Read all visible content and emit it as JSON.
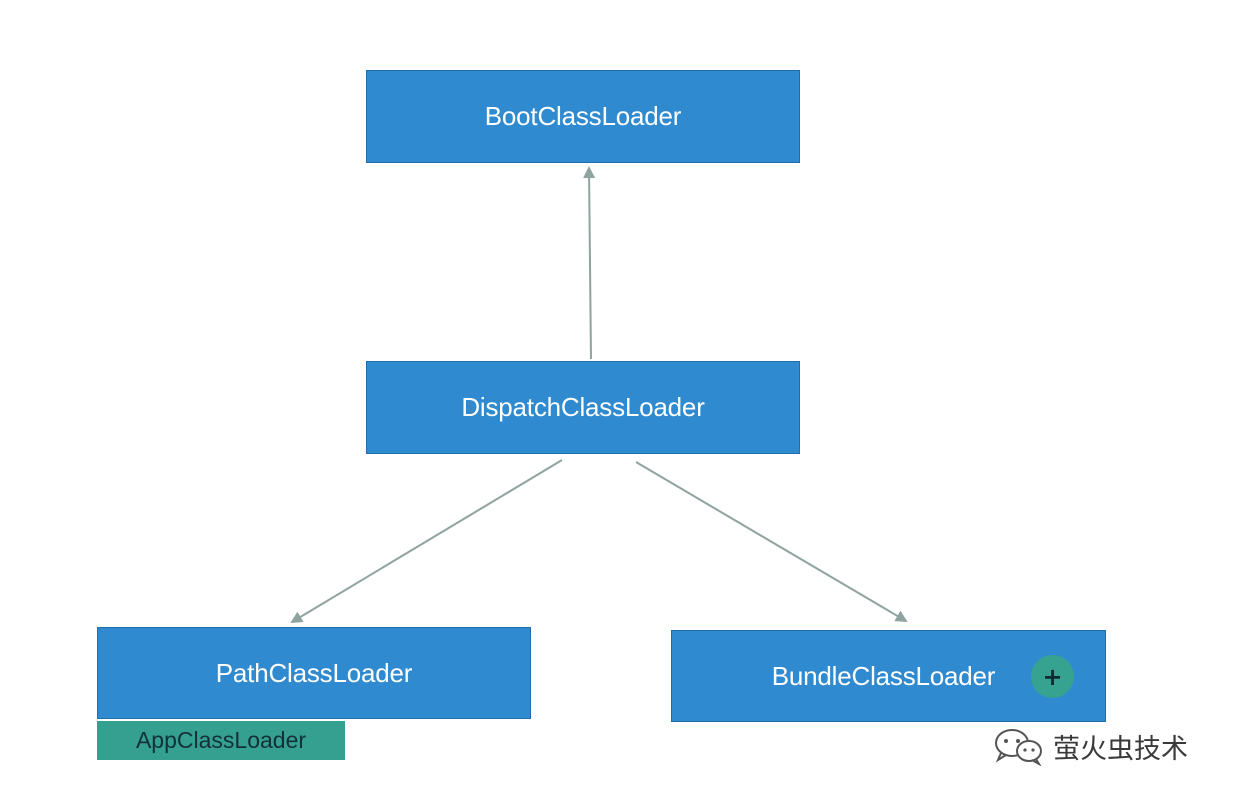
{
  "diagram": {
    "nodes": {
      "boot": "BootClassLoader",
      "dispatch": "DispatchClassLoader",
      "path": "PathClassLoader",
      "bundle": "BundleClassLoader"
    },
    "path_tag": "AppClassLoader",
    "bundle_button": "+",
    "edges": [
      {
        "from": "DispatchClassLoader",
        "to": "BootClassLoader"
      },
      {
        "from": "DispatchClassLoader",
        "to": "PathClassLoader"
      },
      {
        "from": "DispatchClassLoader",
        "to": "BundleClassLoader"
      }
    ]
  },
  "watermark": {
    "text": "萤火虫技术",
    "icon": "wechat-icon"
  },
  "colors": {
    "node_fill": "#2f8ad0",
    "tag_fill": "#35a08f",
    "arrow": "#8fa3a0"
  }
}
